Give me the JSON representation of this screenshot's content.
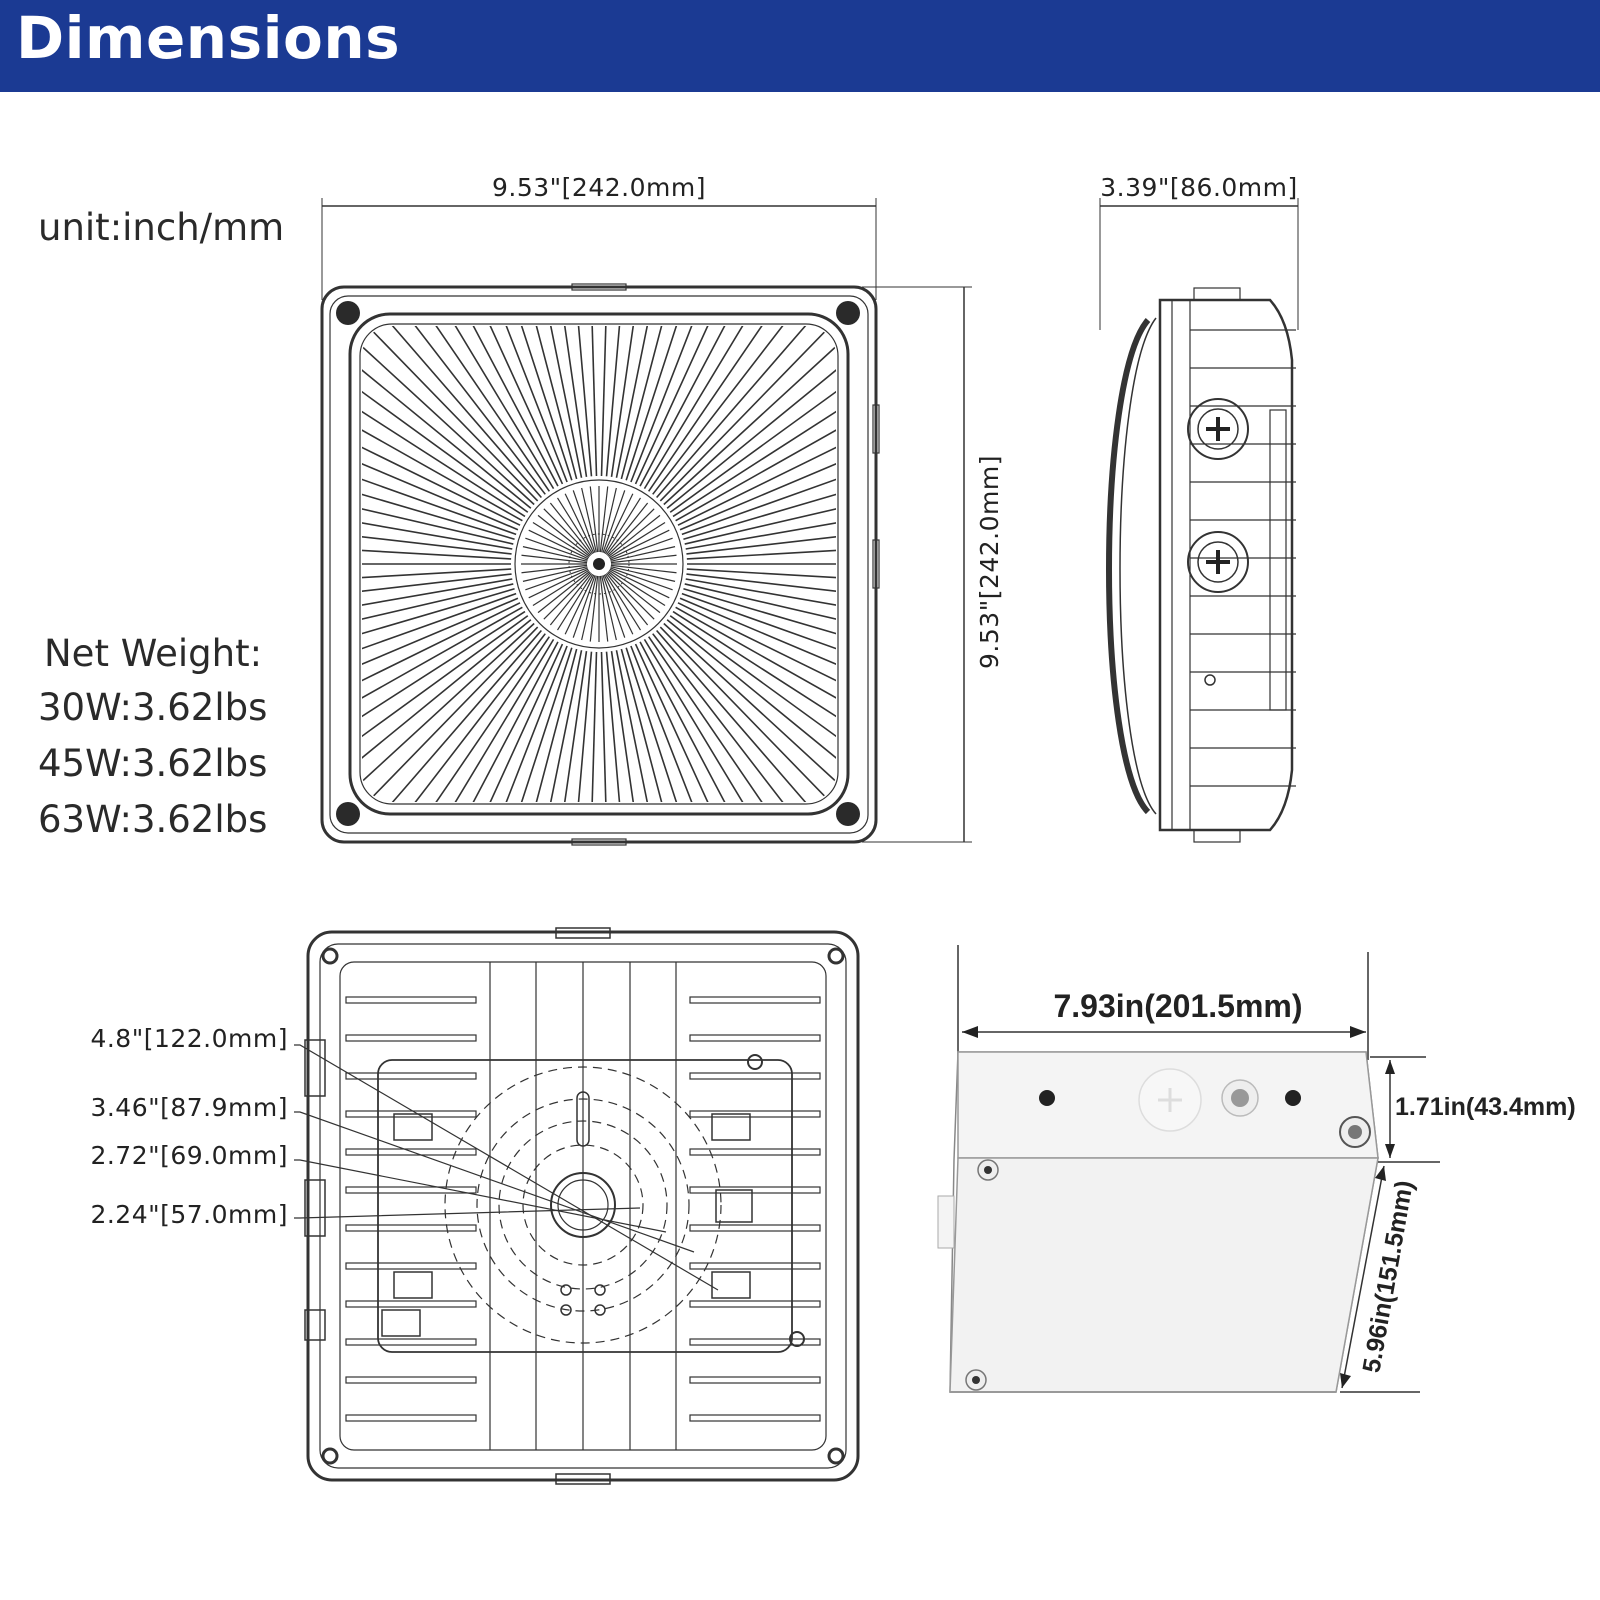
{
  "header": {
    "title": "Dimensions"
  },
  "unit_label": "unit:inch/mm",
  "weight": {
    "heading": "Net Weight:",
    "rows": [
      "30W:3.62lbs",
      "45W:3.62lbs",
      "63W:3.62lbs"
    ]
  },
  "front_view": {
    "width_label": "9.53\"[242.0mm]",
    "height_label": "9.53\"[242.0mm]"
  },
  "side_view": {
    "depth_label": "3.39\"[86.0mm]"
  },
  "back_view": {
    "callouts": [
      "4.8\"[122.0mm]",
      "3.46\"[87.9mm]",
      "2.72\"[69.0mm]",
      "2.24\"[57.0mm]"
    ]
  },
  "junction_box": {
    "length_label": "7.93in(201.5mm)",
    "height_label": "1.71in(43.4mm)",
    "width_label": "5.96in(151.5mm)"
  },
  "colors": {
    "header_bg": "#1b3a93",
    "header_text": "#ffffff",
    "line": "#333333"
  }
}
